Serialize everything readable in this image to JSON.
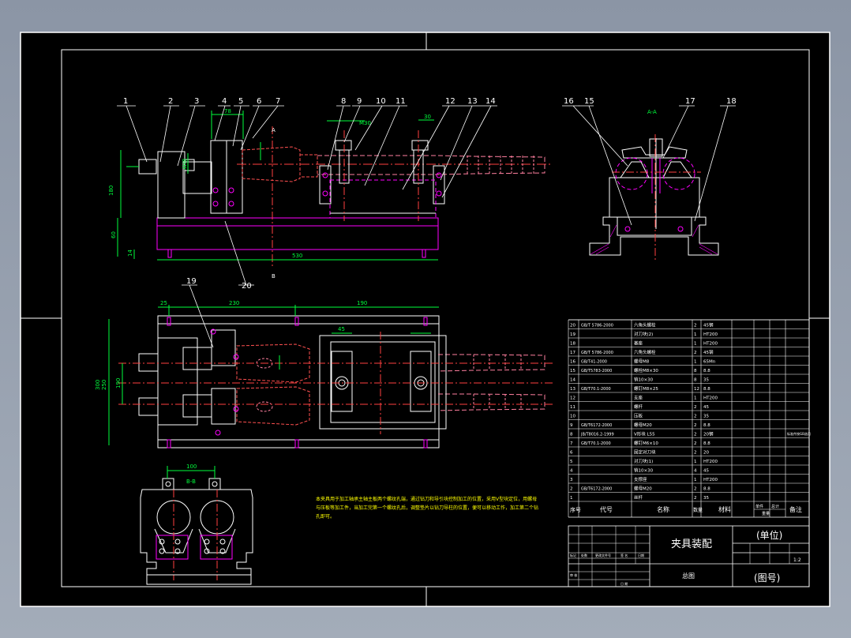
{
  "drawing": {
    "title_cn": "夹具装配",
    "unit": "(单位)",
    "drawing_no": "(图号)",
    "subtitle": "总图",
    "scale": "1:2"
  },
  "balloons": [
    "1",
    "2",
    "3",
    "4",
    "5",
    "6",
    "7",
    "8",
    "9",
    "10",
    "11",
    "12",
    "13",
    "14",
    "15",
    "16",
    "17",
    "18",
    "19",
    "20"
  ],
  "dimensions": {
    "top_view": [
      "530",
      "180",
      "60",
      "14",
      "78",
      "30",
      "4H8",
      "M30"
    ],
    "plan_view": [
      "25",
      "230",
      "190",
      "45",
      "250",
      "300",
      "190"
    ],
    "section_bb": "100",
    "labels": [
      "A-A",
      "B-B",
      "A",
      "B"
    ]
  },
  "notes": "本夹具用于加工轴承主轴主板两个螺纹孔端，通过钻刀和导引块控制加工的位置，采用V型块定位，用螺母与压板等加工件，当加工完第一个螺纹孔后，调整垫片以钻刀导柱的位置，便可以移动工作，加工第二个钻孔即可。",
  "bom_header": {
    "no": "序号",
    "code": "代号",
    "name": "名称",
    "qty": "数量",
    "material": "材料",
    "weight1": "单件",
    "weight2": "总计",
    "weight3": "重量",
    "remark": "备注"
  },
  "bom": [
    {
      "no": "20",
      "code": "GB/T 5786-2000",
      "name": "六角头螺栓",
      "qty": "2",
      "mat": "45钢"
    },
    {
      "no": "19",
      "code": "",
      "name": "对刀块(2)",
      "qty": "1",
      "mat": "HT200"
    },
    {
      "no": "18",
      "code": "",
      "name": "基座",
      "qty": "1",
      "mat": "HT200"
    },
    {
      "no": "17",
      "code": "GB/T 5786-2000",
      "name": "六角头螺栓",
      "qty": "2",
      "mat": "45钢"
    },
    {
      "no": "16",
      "code": "GB/T41-2000",
      "name": "螺母M8",
      "qty": "1",
      "mat": "65Mn"
    },
    {
      "no": "15",
      "code": "GB/T5783-2000",
      "name": "螺栓M8×30",
      "qty": "8",
      "mat": "8.8"
    },
    {
      "no": "14",
      "code": "",
      "name": "销10×30",
      "qty": "8",
      "mat": "35"
    },
    {
      "no": "13",
      "code": "GB/T70.1-2000",
      "name": "螺钉M8×25",
      "qty": "12",
      "mat": "8.8"
    },
    {
      "no": "12",
      "code": "",
      "name": "支座",
      "qty": "1",
      "mat": "HT200"
    },
    {
      "no": "11",
      "code": "",
      "name": "螺杆",
      "qty": "2",
      "mat": "45"
    },
    {
      "no": "10",
      "code": "",
      "name": "压板",
      "qty": "2",
      "mat": "35"
    },
    {
      "no": "9",
      "code": "GB/T6172-2000",
      "name": "螺母M20",
      "qty": "2",
      "mat": "8.8"
    },
    {
      "no": "8",
      "code": "JB/T8016.2-1999",
      "name": "V形块 L55",
      "qty": "2",
      "mat": "20钢"
    },
    {
      "no": "7",
      "code": "GB/T70.1-2000",
      "name": "螺钉M6×10",
      "qty": "2",
      "mat": "8.8"
    },
    {
      "no": "6",
      "code": "",
      "name": "固定对刀块",
      "qty": "2",
      "mat": "20"
    },
    {
      "no": "5",
      "code": "",
      "name": "对刀块(1)",
      "qty": "1",
      "mat": "HT200"
    },
    {
      "no": "4",
      "code": "",
      "name": "销10×30",
      "qty": "4",
      "mat": "45"
    },
    {
      "no": "3",
      "code": "",
      "name": "支撑座",
      "qty": "1",
      "mat": "HT200"
    },
    {
      "no": "2",
      "code": "GB/T6172-2000",
      "name": "螺母M20",
      "qty": "2",
      "mat": "8.8"
    },
    {
      "no": "1",
      "code": "",
      "name": "丝杆",
      "qty": "2",
      "mat": "35"
    }
  ],
  "bom_remark": "标准件按GB选用",
  "title_block_small": {
    "c1": "标记",
    "c2": "处数",
    "c3": "更改文件号",
    "c4": "签 名",
    "c5": "日期",
    "c6": "审 核",
    "c7": "日 期"
  },
  "colors": {
    "bg": "#000000",
    "frame": "#ffffff",
    "green": "#00ff3c",
    "yellow": "#ffff00",
    "magenta": "#ff00ff",
    "red": "#ff4040",
    "pink": "#ff7f9f",
    "cyan": "#00ffff"
  }
}
